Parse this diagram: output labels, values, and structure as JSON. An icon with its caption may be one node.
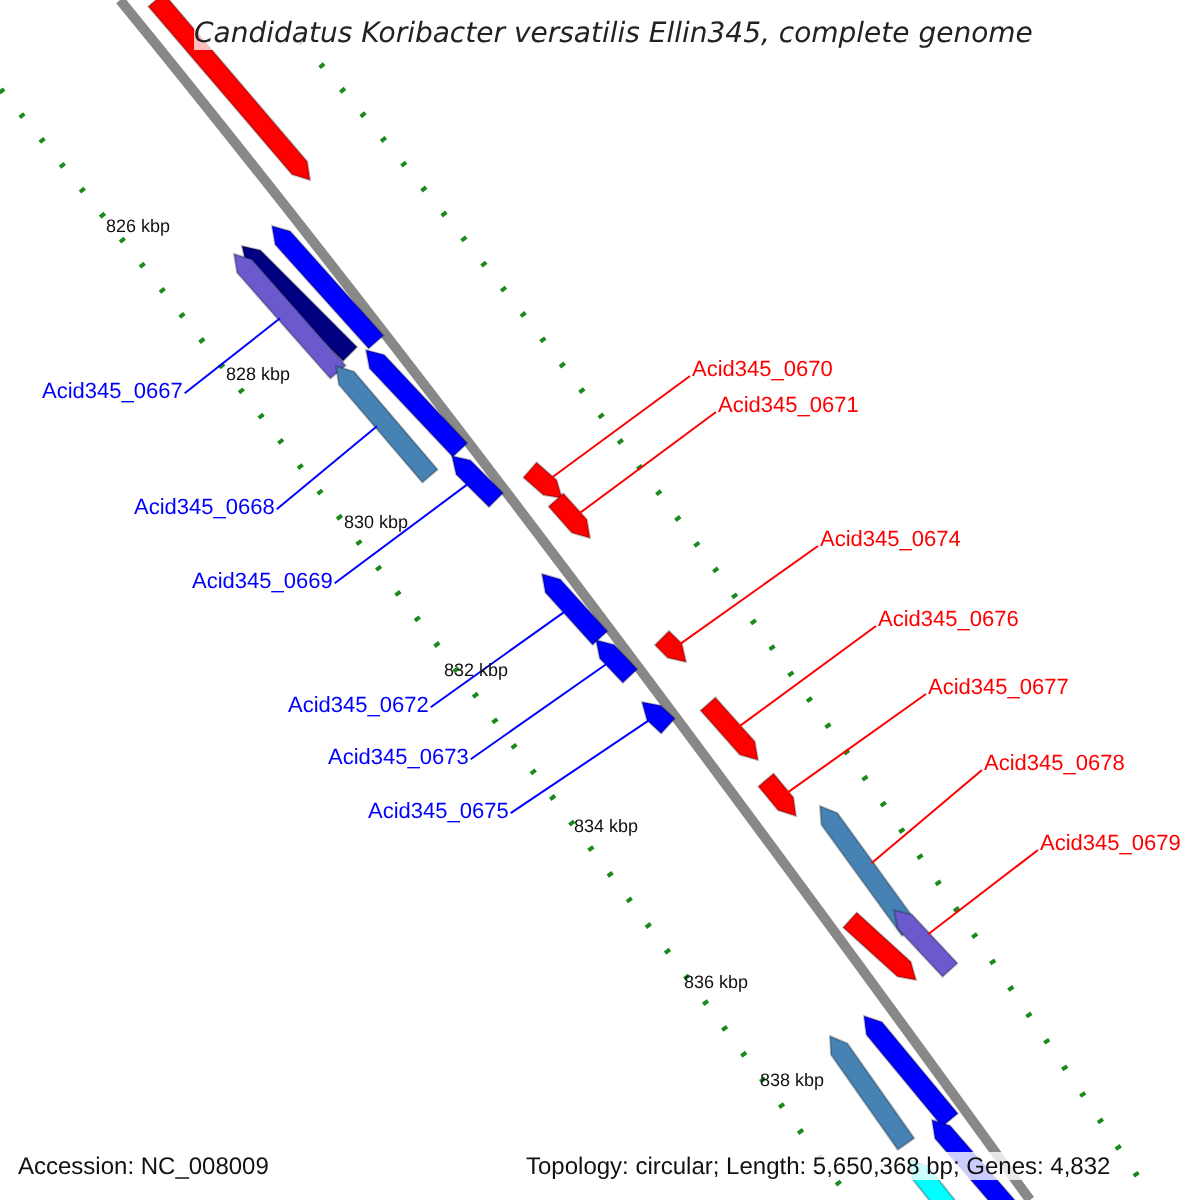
{
  "diagram": {
    "title": "Candidatus Koribacter versatilis Ellin345, complete genome",
    "nodes": [
      {
        "text": [
          "Acid345_0667"
        ]
      },
      {
        "text": [
          "Acid345_0668"
        ]
      },
      {
        "text": [
          "Acid345_0669"
        ]
      },
      {
        "text": [
          "Acid345_0670"
        ]
      },
      {
        "text": [
          "Acid345_0671"
        ]
      },
      {
        "text": [
          "Acid345_0672"
        ]
      },
      {
        "text": [
          "Acid345_0673"
        ]
      },
      {
        "text": [
          "Acid345_0674"
        ]
      },
      {
        "text": [
          "Acid345_0675"
        ]
      },
      {
        "text": [
          "Acid345_0676"
        ]
      },
      {
        "text": [
          "Acid345_0677"
        ]
      },
      {
        "text": [
          "Acid345_0678"
        ]
      },
      {
        "text": [
          "Acid345_0679"
        ]
      },
      {
        "text": [],
        "shape": "bar"
      },
      {
        "text": [],
        "shape": "bar"
      },
      {
        "text": [],
        "shape": "bar"
      },
      {
        "text": [],
        "shape": "bar"
      },
      {
        "text": [],
        "shape": "bar"
      },
      {
        "text": [],
        "shape": "bar"
      },
      {
        "text": [],
        "shape": "bar"
      },
      {
        "text": [],
        "shape": "bar"
      },
      {
        "text": [],
        "shape": "bar"
      },
      {
        "text": [],
        "shape": "bar"
      },
      {
        "text": [],
        "shape": "bar"
      },
      {
        "text": [],
        "shape": "bar"
      },
      {
        "text": [],
        "shape": "bar"
      },
      {
        "text": [],
        "shape": "bar"
      },
      {
        "text": [],
        "shape": "bar"
      },
      {
        "text": [],
        "shape": "bar"
      },
      {
        "text": [],
        "shape": "bar"
      },
      {
        "text": [],
        "shape": "bar"
      },
      {
        "text": [],
        "shape": "bar"
      },
      {
        "text": [],
        "shape": "bar"
      },
      {
        "text": [],
        "shape": "bar"
      },
      {
        "text": [],
        "shape": "bar"
      }
    ],
    "edges": [
      {
        "from": 0,
        "to": 16,
        "arrow": "none",
        "color": "#0000ff"
      },
      {
        "from": 1,
        "to": 18,
        "arrow": "none",
        "color": "#0000ff"
      },
      {
        "from": 2,
        "to": 19,
        "arrow": "none",
        "color": "#0000ff"
      },
      {
        "from": 3,
        "to": 20,
        "arrow": "none"
      },
      {
        "from": 4,
        "to": 21,
        "arrow": "none"
      },
      {
        "from": 5,
        "to": 22,
        "arrow": "none",
        "color": "#0000ff"
      },
      {
        "from": 6,
        "to": 24,
        "arrow": "none",
        "color": "#0000ff"
      },
      {
        "from": 7,
        "to": 23,
        "arrow": "none"
      },
      {
        "from": 8,
        "to": 25,
        "arrow": "none",
        "color": "#0000ff"
      },
      {
        "from": 9,
        "to": 26,
        "arrow": "none"
      },
      {
        "from": 10,
        "to": 27,
        "arrow": "none"
      },
      {
        "from": 11,
        "to": 28,
        "arrow": "none"
      },
      {
        "from": 12,
        "to": 29,
        "arrow": "none"
      }
    ],
    "labels": [
      "826 kbp",
      "828 kbp",
      "830 kbp",
      "832 kbp",
      "834 kbp",
      "836 kbp",
      "838 kbp",
      "Accession: NC_008009",
      "Topology: circular; Length: 5,650,368 bp; Genes: 4,832"
    ]
  }
}
